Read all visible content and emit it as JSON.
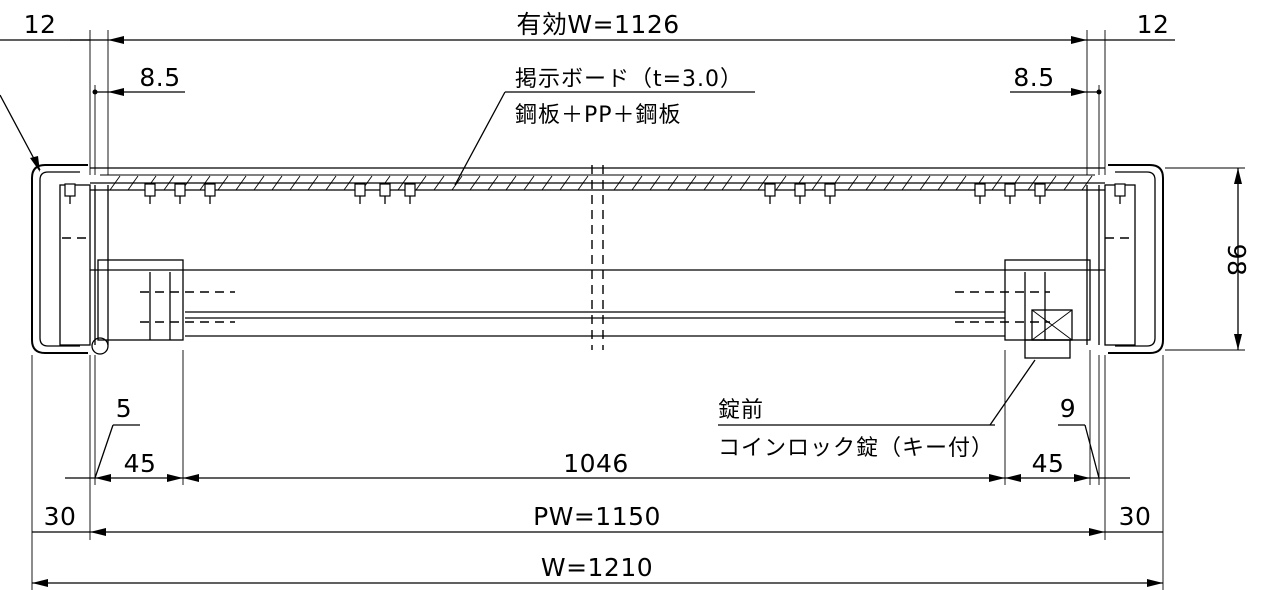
{
  "dimensions": {
    "effective_width": "有効W=1126",
    "left_margin": "12",
    "right_margin": "12",
    "left_offset": "8.5",
    "right_offset": "8.5",
    "height": "98",
    "left_gap": "5",
    "right_gap": "9",
    "left_inset": "45",
    "right_inset": "45",
    "inner_width": "1046",
    "left_frame": "30",
    "right_frame": "30",
    "panel_width": "PW=1150",
    "overall_width": "W=1210"
  },
  "notes": {
    "board_title": "掲示ボード（t=3.0）",
    "board_material": "鋼板＋PP＋鋼板",
    "lock_title": "錠前",
    "lock_spec": "コインロック錠（キー付）"
  },
  "colors": {
    "line": "#000000",
    "background": "#ffffff"
  }
}
